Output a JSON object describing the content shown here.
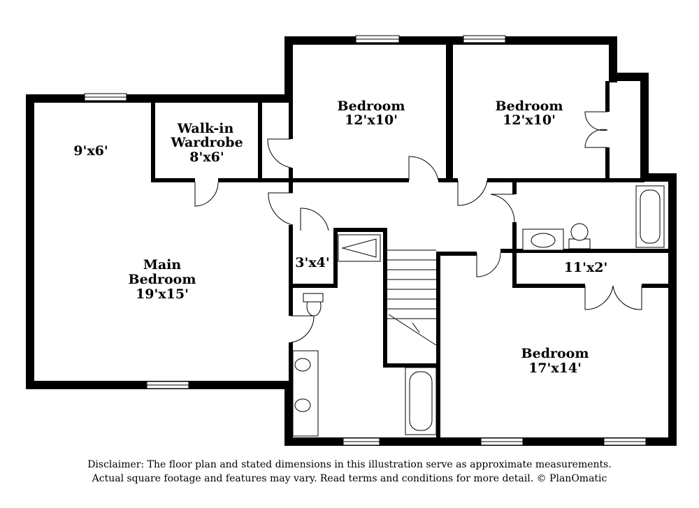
{
  "rooms": {
    "main_bedroom": {
      "line1": "Main",
      "line2": "Bedroom",
      "dims": "19'x15'"
    },
    "closet_main": {
      "dims": "9'x6'"
    },
    "walk_in": {
      "line1": "Walk-in",
      "line2": "Wardrobe",
      "dims": "8'x6'"
    },
    "bedroom_1": {
      "name": "Bedroom",
      "dims": "12'x10'"
    },
    "bedroom_2": {
      "name": "Bedroom",
      "dims": "12'x10'"
    },
    "small_closet": {
      "dims": "3'x4'"
    },
    "hall_closet": {
      "dims": "11'x2'"
    },
    "bedroom_3": {
      "name": "Bedroom",
      "dims": "17'x14'"
    }
  },
  "disclaimer": {
    "line1": "Disclaimer: The floor plan and stated dimensions in this illustration serve as approximate measurements.",
    "line2": "Actual square footage and features may vary. Read terms and conditions for more detail. © PlanOmatic"
  }
}
